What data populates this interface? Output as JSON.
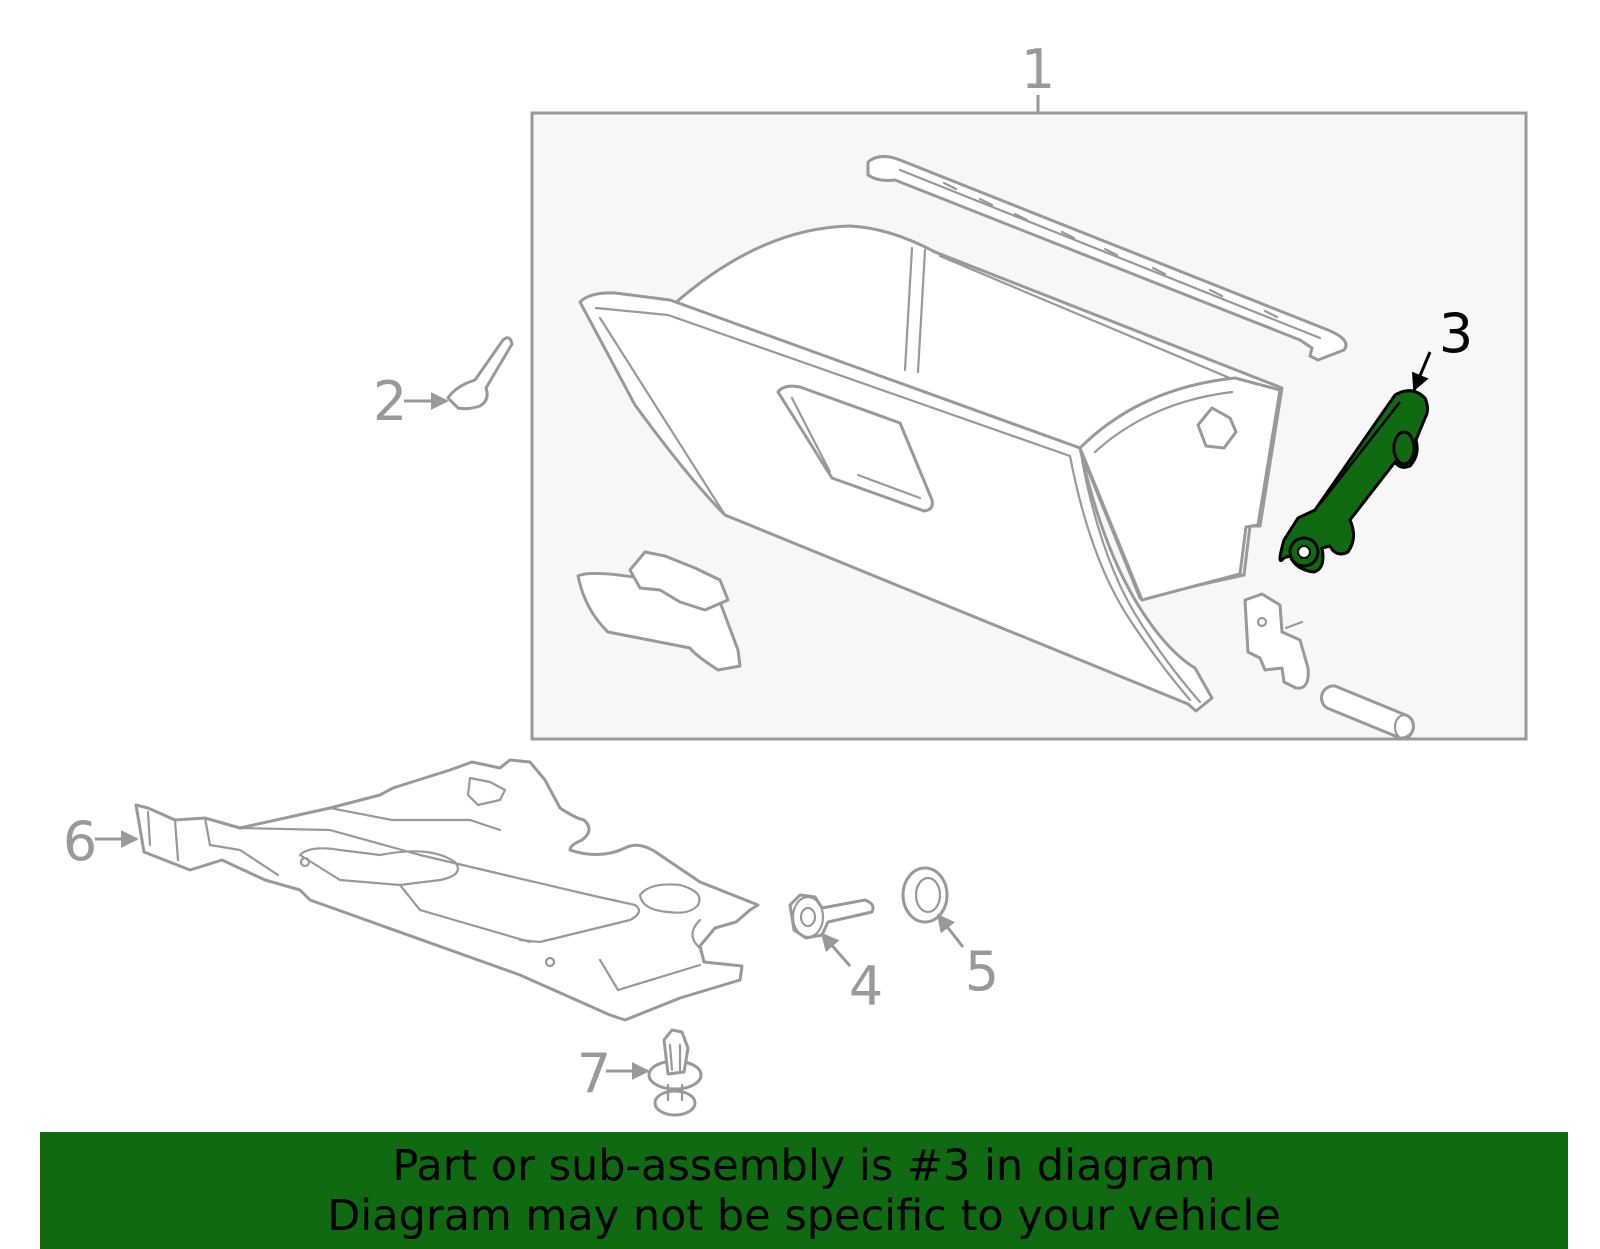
{
  "callouts": {
    "c1": "1",
    "c2": "2",
    "c3": "3",
    "c4": "4",
    "c5": "5",
    "c6": "6",
    "c7": "7"
  },
  "highlighted_part": "3",
  "banner": {
    "line1": "Part or sub-assembly is #3 in diagram",
    "line2": "Diagram may not be specific to your vehicle"
  },
  "colors": {
    "highlight": "#0f6a12",
    "banner_background": "#0f6a12",
    "part_outline": "#999999",
    "assembly_box_fill": "#f7f7f7"
  },
  "icons": {
    "glove_box": "glove-box-icon",
    "damper": "damper-icon",
    "bolt": "bolt-icon",
    "nut": "nut-icon",
    "clip": "push-clip-icon",
    "insulator": "insulator-panel-icon"
  }
}
